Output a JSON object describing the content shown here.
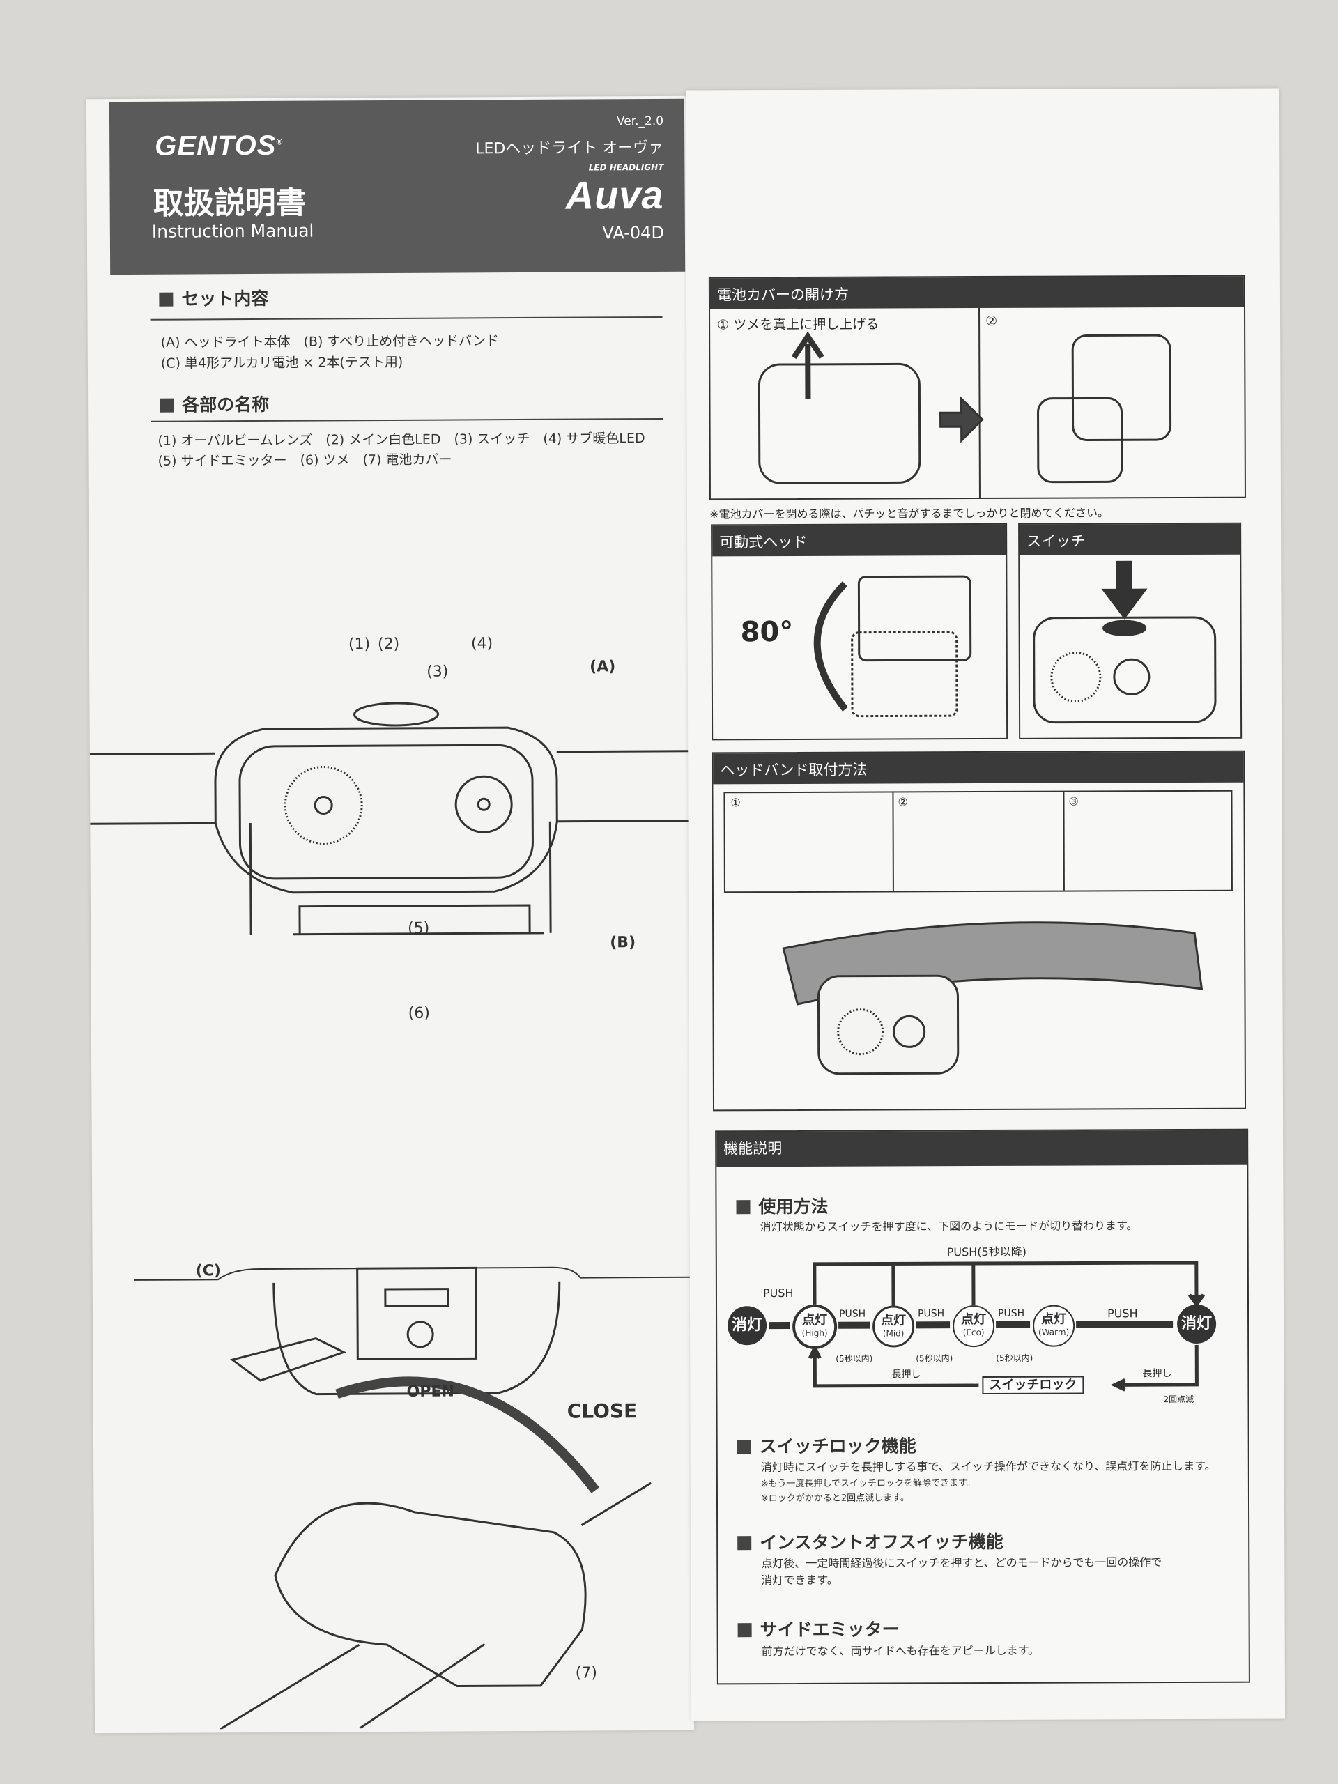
{
  "header": {
    "brand": "GENTOS",
    "registered": "®",
    "title_ja": "取扱説明書",
    "title_en": "Instruction Manual",
    "version": "Ver._2.0",
    "product_ja": "LEDヘッドライト オーヴァ",
    "product_tag": "LED HEADLIGHT",
    "product_name": "Auva",
    "model": "VA-04D"
  },
  "set_contents": {
    "heading": "セット内容",
    "line1": "(A) ヘッドライト本体　(B) すべり止め付きヘッドバンド",
    "line2": "(C) 単4形アルカリ電池 × 2本(テスト用)"
  },
  "parts": {
    "heading": "各部の名称",
    "line1": "(1) オーバルビームレンズ　(2) メイン白色LED　(3) スイッチ　(4) サブ暖色LED",
    "line2": "(5) サイドエミッター　(6) ツメ　(7) 電池カバー"
  },
  "diagram_labels": {
    "l1": "(1)",
    "l2": "(2)",
    "l3": "(3)",
    "l4": "(4)",
    "lA": "(A)",
    "l5": "(5)",
    "lB": "(B)",
    "l6": "(6)",
    "lC": "(C)",
    "l7": "(7)",
    "open": "OPEN",
    "close": "CLOSE"
  },
  "battery_cover": {
    "title": "電池カバーの開け方",
    "step1": "① ツメを真上に押し上げる",
    "step2": "②",
    "note": "※電池カバーを閉める際は、パチッと音がするまでしっかりと閉めてください。"
  },
  "movable_head": {
    "title": "可動式ヘッド",
    "angle": "80°"
  },
  "switch": {
    "title": "スイッチ"
  },
  "headband": {
    "title": "ヘッドバンド取付方法",
    "s1": "①",
    "s2": "②",
    "s3": "③"
  },
  "functions": {
    "title": "機能説明",
    "usage": {
      "heading": "使用方法",
      "desc": "消灯状態からスイッチを押す度に、下図のようにモードが切り替わります。"
    },
    "flow": {
      "off": "消灯",
      "on": "点灯",
      "high": "(High)",
      "mid": "(Mid)",
      "eco": "(Eco)",
      "warm": "(Warm)",
      "push": "PUSH",
      "within5": "(5秒以内)",
      "push_after": "PUSH(5秒以降)",
      "long_press": "長押し",
      "lock": "スイッチロック",
      "blink": "2回点滅"
    },
    "lock": {
      "heading": "スイッチロック機能",
      "desc": "消灯時にスイッチを長押しする事で、スイッチ操作ができなくなり、誤点灯を防止します。",
      "note1": "※もう一度長押しでスイッチロックを解除できます。",
      "note2": "※ロックがかかると2回点滅します。"
    },
    "instant_off": {
      "heading": "インスタントオフスイッチ機能",
      "desc1": "点灯後、一定時間経過後にスイッチを押すと、どのモードからでも一回の操作で",
      "desc2": "消灯できます。"
    },
    "side_emitter": {
      "heading": "サイドエミッター",
      "desc": "前方だけでなく、両サイドへも存在をアピールします。"
    }
  }
}
